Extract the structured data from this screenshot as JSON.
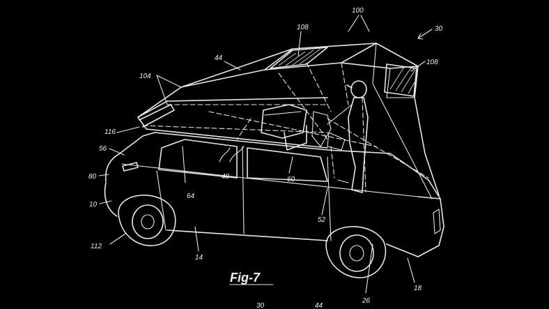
{
  "figure": {
    "caption": "Fig-7"
  },
  "labels": {
    "l100": "100",
    "l30": "30",
    "l108a": "108",
    "l108b": "108",
    "l44": "44",
    "l104": "104",
    "l116": "116",
    "l56": "56",
    "l80": "80",
    "l10": "10",
    "l40": "40",
    "l64": "64",
    "l60": "60",
    "l52": "52",
    "l112": "112",
    "l14": "14",
    "l26": "26",
    "l18": "18",
    "l30b": "30",
    "l44b": "44"
  },
  "colors": {
    "background": "#000000",
    "line": "#e8e8e8"
  }
}
